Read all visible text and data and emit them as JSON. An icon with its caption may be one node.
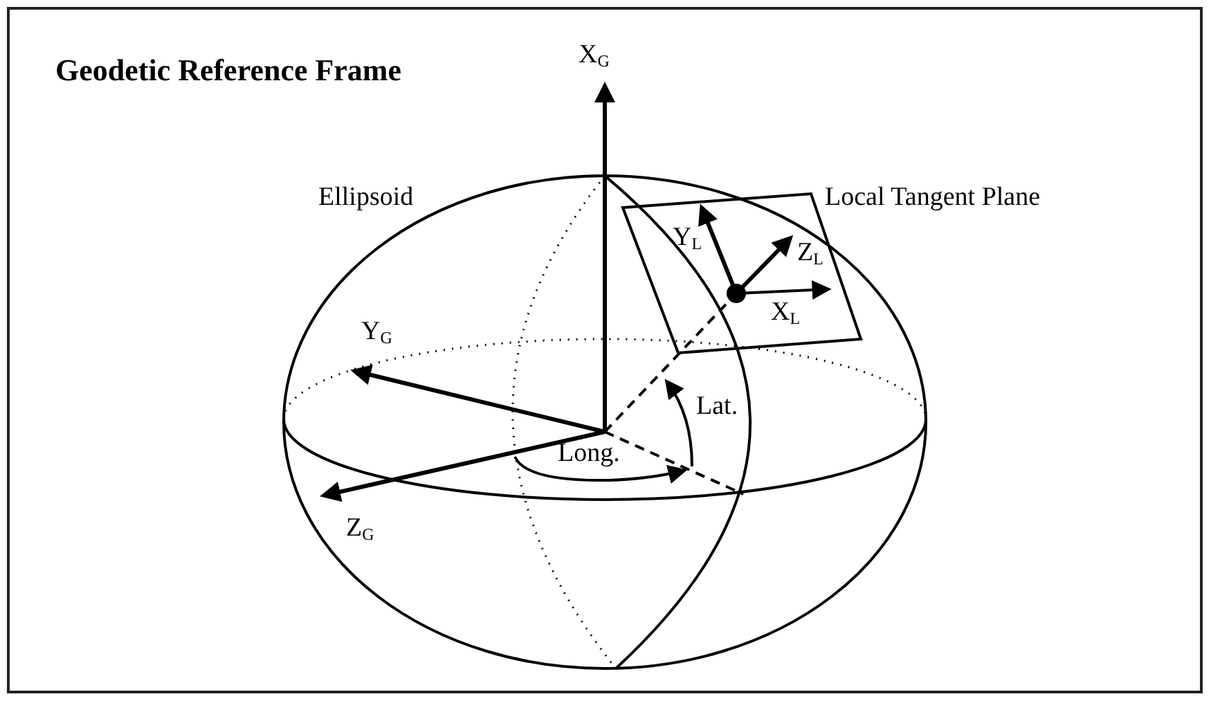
{
  "diagram": {
    "title": "Geodetic Reference Frame",
    "labels": [
      "X$_{G}$",
      "Ellipsoid",
      "Local Tangent Plane",
      "Y$_{L}$",
      "Z$_{L}$",
      "X$_{L}$",
      "Y$_{G}$",
      "Lat.",
      "Long.",
      "Z$_{G}$"
    ]
  }
}
